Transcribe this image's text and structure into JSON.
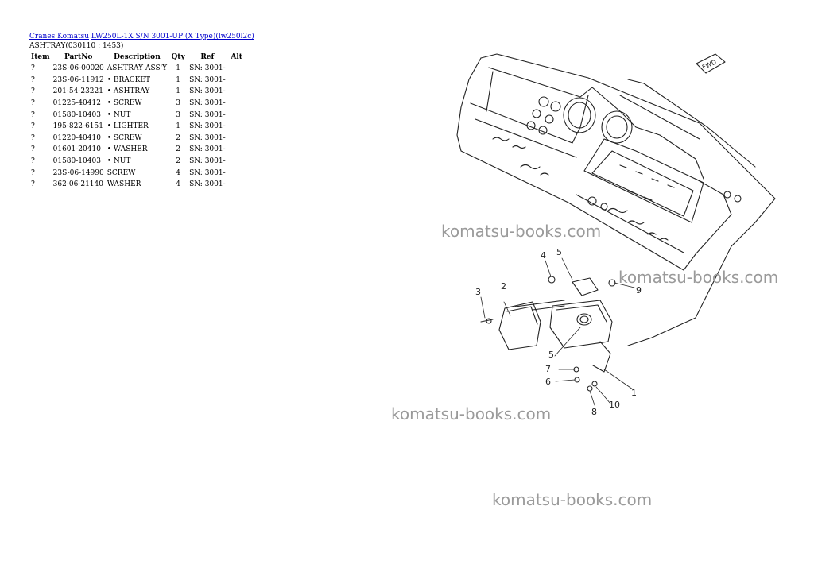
{
  "breadcrumb": {
    "link1": "Cranes Komatsu",
    "link2": "LW250L-1X S/N 3001-UP (X Type)(lw250l2c)"
  },
  "subtitle": "ASHTRAY(030110 : 1453)",
  "table": {
    "headers": [
      "Item",
      "PartNo",
      "Description",
      "Qty",
      "Ref",
      "Alt"
    ],
    "rows": [
      {
        "item": "?",
        "partno": "23S-06-00020",
        "desc": "ASHTRAY ASS'Y",
        "qty": "1",
        "ref": "SN: 3001-",
        "alt": ""
      },
      {
        "item": "?",
        "partno": "23S-06-11912",
        "desc": "• BRACKET",
        "qty": "1",
        "ref": "SN: 3001-",
        "alt": ""
      },
      {
        "item": "?",
        "partno": "201-54-23221",
        "desc": "• ASHTRAY",
        "qty": "1",
        "ref": "SN: 3001-",
        "alt": ""
      },
      {
        "item": "?",
        "partno": "01225-40412",
        "desc": "• SCREW",
        "qty": "3",
        "ref": "SN: 3001-",
        "alt": ""
      },
      {
        "item": "?",
        "partno": "01580-10403",
        "desc": "• NUT",
        "qty": "3",
        "ref": "SN: 3001-",
        "alt": ""
      },
      {
        "item": "?",
        "partno": "195-822-6151",
        "desc": "• LIGHTER",
        "qty": "1",
        "ref": "SN: 3001-",
        "alt": ""
      },
      {
        "item": "?",
        "partno": "01220-40410",
        "desc": "• SCREW",
        "qty": "2",
        "ref": "SN: 3001-",
        "alt": ""
      },
      {
        "item": "?",
        "partno": "01601-20410",
        "desc": "• WASHER",
        "qty": "2",
        "ref": "SN: 3001-",
        "alt": ""
      },
      {
        "item": "?",
        "partno": "01580-10403",
        "desc": "• NUT",
        "qty": "2",
        "ref": "SN: 3001-",
        "alt": ""
      },
      {
        "item": "?",
        "partno": "23S-06-14990",
        "desc": "SCREW",
        "qty": "4",
        "ref": "SN: 3001-",
        "alt": ""
      },
      {
        "item": "?",
        "partno": "362-06-21140",
        "desc": "WASHER",
        "qty": "4",
        "ref": "SN: 3001-",
        "alt": ""
      }
    ]
  },
  "diagram": {
    "fwd_label": "FWD",
    "callouts": [
      "1",
      "2",
      "3",
      "4",
      "5",
      "5",
      "6",
      "7",
      "8",
      "9",
      "10"
    ]
  },
  "watermark": "komatsu-books.com"
}
